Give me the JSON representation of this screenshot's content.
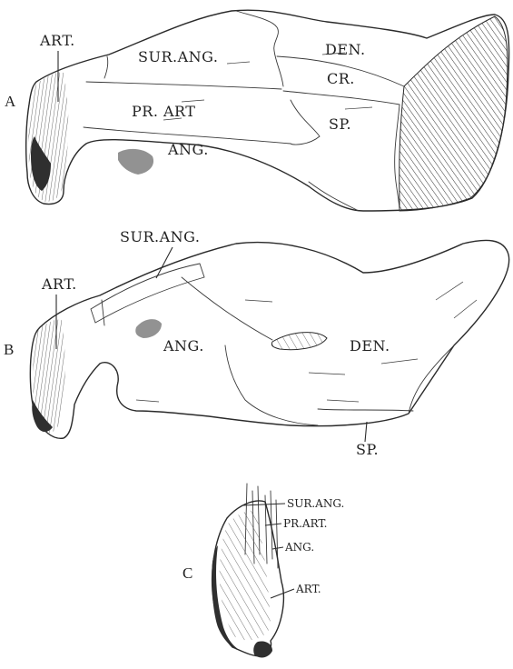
{
  "figure_letters": {
    "a": "A",
    "b": "B",
    "c": "C"
  },
  "view_a": {
    "art": "ART.",
    "sur_ang": "SUR.ANG.",
    "den": "DEN.",
    "cr": "CR.",
    "pr_art": "PR. ART",
    "sp": "SP.",
    "ang": "ANG."
  },
  "view_b": {
    "sur_ang": "SUR.ANG.",
    "art": "ART.",
    "ang": "ANG.",
    "den": "DEN.",
    "sp": "SP."
  },
  "view_c": {
    "sur_ang": "SUR.ANG.",
    "pr_art": "PR.ART.",
    "ang": "ANG.",
    "art": "ART."
  }
}
